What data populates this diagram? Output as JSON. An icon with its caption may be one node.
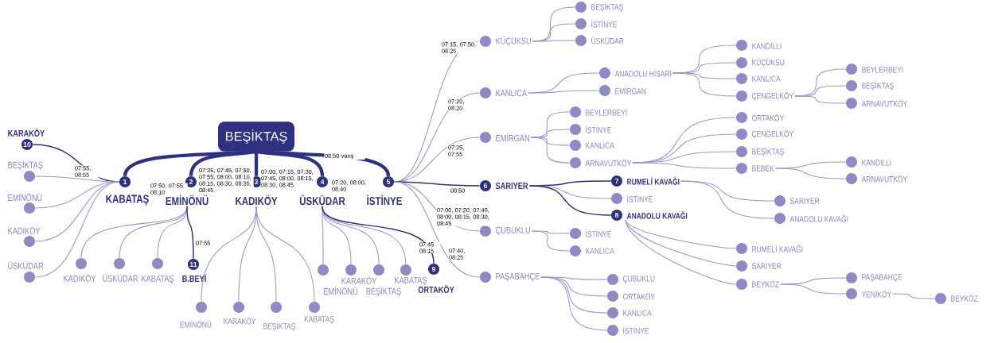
{
  "diagram": {
    "nodes": [
      {
        "text": [
          "BEŞİKTAŞ"
        ]
      },
      {
        "text": [
          "1",
          "KABATAŞ"
        ]
      },
      {
        "text": [
          "2",
          "EMİNÖNÜ"
        ]
      },
      {
        "text": [
          "3",
          "KADIKÖY"
        ]
      },
      {
        "text": [
          "4",
          "ÜSKÜDAR"
        ]
      },
      {
        "text": [
          "5",
          "İSTİNYE"
        ]
      },
      {
        "text": [
          "KARAKÖY",
          "10"
        ]
      },
      {
        "text": [
          "BEŞİKTAŞ"
        ]
      },
      {
        "text": [
          "EMİNÖNÜ"
        ]
      },
      {
        "text": [
          "KADIKÖY"
        ]
      },
      {
        "text": [
          "ÜSKÜDAR"
        ]
      },
      {
        "text": [
          "KADIKÖY"
        ]
      },
      {
        "text": [
          "ÜSKÜDAR"
        ]
      },
      {
        "text": [
          "KABATAŞ"
        ]
      },
      {
        "text": [
          "11",
          "B.BEYİ"
        ]
      },
      {
        "text": [
          "EMİNÖNÜ"
        ]
      },
      {
        "text": [
          "KARAKÖY"
        ]
      },
      {
        "text": [
          "BEŞİKTAŞ"
        ]
      },
      {
        "text": [
          "KABATAŞ"
        ]
      },
      {
        "text": [
          "EMİNÖNÜ"
        ]
      },
      {
        "text": [
          "KARAKÖY"
        ]
      },
      {
        "text": [
          "BEŞİKTAŞ"
        ]
      },
      {
        "text": [
          "KABATAŞ"
        ]
      },
      {
        "text": [
          "9",
          "ORTAKÖY"
        ]
      },
      {
        "text": [
          "KÜÇÜKSU"
        ]
      },
      {
        "text": [
          "KANLICA"
        ]
      },
      {
        "text": [
          "EMİRGAN"
        ]
      },
      {
        "text": [
          "6",
          "SARIYER"
        ]
      },
      {
        "text": [
          "ÇUBUKLU"
        ]
      },
      {
        "text": [
          "PAŞABAHÇE"
        ]
      },
      {
        "text": [
          "BEŞİKTAŞ"
        ]
      },
      {
        "text": [
          "İSTİNYE"
        ]
      },
      {
        "text": [
          "ÜSKÜDAR"
        ]
      },
      {
        "text": [
          "ANADOLU HİSARI"
        ]
      },
      {
        "text": [
          "EMİRGAN"
        ]
      },
      {
        "text": [
          "BEYLERBEYİ"
        ]
      },
      {
        "text": [
          "İSTİNYE"
        ]
      },
      {
        "text": [
          "KANLICA"
        ]
      },
      {
        "text": [
          "ARNAVUTKÖY"
        ]
      },
      {
        "text": [
          "7",
          "RUMELİ KAVAĞI"
        ]
      },
      {
        "text": [
          "İSTİNYE"
        ]
      },
      {
        "text": [
          "8",
          "ANADOLU KAVAĞI"
        ]
      },
      {
        "text": [
          "İSTİNYE"
        ]
      },
      {
        "text": [
          "KANLICA"
        ]
      },
      {
        "text": [
          "ÇUBUKLU"
        ]
      },
      {
        "text": [
          "ORTAKÖY"
        ]
      },
      {
        "text": [
          "KANLICA"
        ]
      },
      {
        "text": [
          "İSTİNYE"
        ]
      },
      {
        "text": [
          "KANDİLLİ"
        ]
      },
      {
        "text": [
          "KÜÇÜKSU"
        ]
      },
      {
        "text": [
          "KANLICA"
        ]
      },
      {
        "text": [
          "ÇENGELKÖY"
        ]
      },
      {
        "text": [
          "BEYLERBEYİ"
        ]
      },
      {
        "text": [
          "BEŞİKTAŞ"
        ]
      },
      {
        "text": [
          "ARNAVUTKÖY"
        ]
      },
      {
        "text": [
          "ORTAKÖY"
        ]
      },
      {
        "text": [
          "ÇENGELKÖY"
        ]
      },
      {
        "text": [
          "BEŞİKTAŞ"
        ]
      },
      {
        "text": [
          "BEBEK"
        ]
      },
      {
        "text": [
          "KANDİLLİ"
        ]
      },
      {
        "text": [
          "ARNAVUTKÖY"
        ]
      },
      {
        "text": [
          "SARIYER"
        ]
      },
      {
        "text": [
          "ANADOLU KAVAĞI"
        ]
      },
      {
        "text": [
          "RUMELİ KAVAĞI"
        ]
      },
      {
        "text": [
          "SARIYER"
        ]
      },
      {
        "text": [
          "BEYKOZ"
        ]
      },
      {
        "text": [
          "PAŞABAHÇE"
        ]
      },
      {
        "text": [
          "YENİKÖY"
        ]
      },
      {
        "text": [
          "BEYKOZ"
        ]
      }
    ],
    "edges": [
      {
        "from": 0,
        "to": 1,
        "arrow": "none",
        "style": "thick",
        "color": "#2e3182",
        "label": "07:50, 07:55 08:10"
      },
      {
        "from": 0,
        "to": 2,
        "arrow": "none",
        "style": "thick",
        "color": "#2e3182",
        "label": "07:35, 07:45, 07:50, 07:55, 08:00, 08:10, 08:15, 08:30, 08:35, 08:45"
      },
      {
        "from": 0,
        "to": 3,
        "arrow": "none",
        "style": "thick",
        "color": "#2e3182",
        "label": "07:00, 07:15, 07:30, 07:45, 08:00, 08:15, 08:30, 08:45"
      },
      {
        "from": 0,
        "to": 4,
        "arrow": "none",
        "style": "thick",
        "color": "#2e3182",
        "label": "07:20, 08:00, 08:40"
      },
      {
        "from": 0,
        "to": 5,
        "arrow": "none",
        "style": "thick",
        "color": "#2e3182",
        "label": "08:50 varış"
      },
      {
        "from": 1,
        "to": 6,
        "arrow": "none",
        "color": "#2e3182",
        "label": "07:55, 08:55"
      },
      {
        "from": 1,
        "to": 7,
        "arrow": "none"
      },
      {
        "from": 1,
        "to": 8,
        "arrow": "none"
      },
      {
        "from": 1,
        "to": 9,
        "arrow": "none"
      },
      {
        "from": 1,
        "to": 10,
        "arrow": "none"
      },
      {
        "from": 2,
        "to": 11,
        "arrow": "none"
      },
      {
        "from": 2,
        "to": 12,
        "arrow": "none"
      },
      {
        "from": 2,
        "to": 13,
        "arrow": "none"
      },
      {
        "from": 2,
        "to": 14,
        "arrow": "none",
        "color": "#2e3182",
        "label": "07:55"
      },
      {
        "from": 3,
        "to": 15,
        "arrow": "none"
      },
      {
        "from": 3,
        "to": 16,
        "arrow": "none"
      },
      {
        "from": 3,
        "to": 17,
        "arrow": "none"
      },
      {
        "from": 3,
        "to": 18,
        "arrow": "none"
      },
      {
        "from": 4,
        "to": 19,
        "arrow": "none"
      },
      {
        "from": 4,
        "to": 20,
        "arrow": "none"
      },
      {
        "from": 4,
        "to": 21,
        "arrow": "none"
      },
      {
        "from": 4,
        "to": 22,
        "arrow": "none"
      },
      {
        "from": 4,
        "to": 23,
        "arrow": "none",
        "color": "#2e3182",
        "label": "07:45 08:15"
      },
      {
        "from": 5,
        "to": 24,
        "arrow": "none",
        "label": "07:15, 07:50, 08:25"
      },
      {
        "from": 5,
        "to": 25,
        "arrow": "none",
        "label": "07:20, 08:20"
      },
      {
        "from": 5,
        "to": 26,
        "arrow": "none",
        "label": "07:25, 07:55"
      },
      {
        "from": 5,
        "to": 27,
        "arrow": "none",
        "color": "#2e3182",
        "label": "08:50"
      },
      {
        "from": 5,
        "to": 28,
        "arrow": "none",
        "label": "07:00, 07:20, 07:40, 08:00, 08:15, 08:30, 08:45"
      },
      {
        "from": 5,
        "to": 29,
        "arrow": "none",
        "label": "07:40, 08:25"
      },
      {
        "from": 24,
        "to": 30,
        "arrow": "none"
      },
      {
        "from": 24,
        "to": 31,
        "arrow": "none"
      },
      {
        "from": 24,
        "to": 32,
        "arrow": "none"
      },
      {
        "from": 25,
        "to": 33,
        "arrow": "none"
      },
      {
        "from": 25,
        "to": 34,
        "arrow": "none"
      },
      {
        "from": 26,
        "to": 35,
        "arrow": "none"
      },
      {
        "from": 26,
        "to": 36,
        "arrow": "none"
      },
      {
        "from": 26,
        "to": 37,
        "arrow": "none"
      },
      {
        "from": 26,
        "to": 38,
        "arrow": "none"
      },
      {
        "from": 27,
        "to": 39,
        "arrow": "none",
        "color": "#2e3182"
      },
      {
        "from": 27,
        "to": 40,
        "arrow": "none"
      },
      {
        "from": 27,
        "to": 41,
        "arrow": "none",
        "color": "#2e3182"
      },
      {
        "from": 28,
        "to": 42,
        "arrow": "none"
      },
      {
        "from": 28,
        "to": 43,
        "arrow": "none"
      },
      {
        "from": 29,
        "to": 44,
        "arrow": "none"
      },
      {
        "from": 29,
        "to": 45,
        "arrow": "none"
      },
      {
        "from": 29,
        "to": 46,
        "arrow": "none"
      },
      {
        "from": 29,
        "to": 47,
        "arrow": "none"
      },
      {
        "from": 33,
        "to": 48,
        "arrow": "none"
      },
      {
        "from": 33,
        "to": 49,
        "arrow": "none"
      },
      {
        "from": 33,
        "to": 50,
        "arrow": "none"
      },
      {
        "from": 33,
        "to": 51,
        "arrow": "none"
      },
      {
        "from": 51,
        "to": 52,
        "arrow": "none"
      },
      {
        "from": 51,
        "to": 53,
        "arrow": "none"
      },
      {
        "from": 51,
        "to": 54,
        "arrow": "none"
      },
      {
        "from": 38,
        "to": 55,
        "arrow": "none"
      },
      {
        "from": 38,
        "to": 56,
        "arrow": "none"
      },
      {
        "from": 38,
        "to": 57,
        "arrow": "none"
      },
      {
        "from": 38,
        "to": 58,
        "arrow": "none"
      },
      {
        "from": 58,
        "to": 59,
        "arrow": "none"
      },
      {
        "from": 58,
        "to": 60,
        "arrow": "none"
      },
      {
        "from": 39,
        "to": 61,
        "arrow": "none"
      },
      {
        "from": 39,
        "to": 62,
        "arrow": "none"
      },
      {
        "from": 41,
        "to": 63,
        "arrow": "none"
      },
      {
        "from": 41,
        "to": 64,
        "arrow": "none"
      },
      {
        "from": 41,
        "to": 65,
        "arrow": "none"
      },
      {
        "from": 65,
        "to": 66,
        "arrow": "none"
      },
      {
        "from": 65,
        "to": 67,
        "arrow": "none"
      },
      {
        "from": 67,
        "to": 68,
        "arrow": "none"
      }
    ]
  }
}
